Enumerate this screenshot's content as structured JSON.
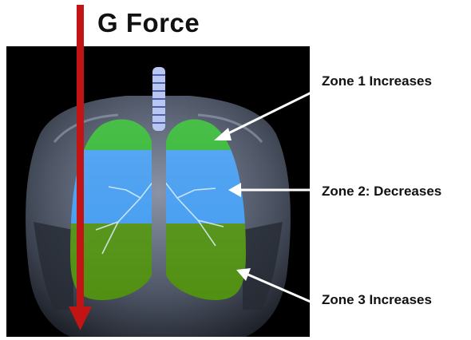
{
  "title": "G Force",
  "zones": [
    {
      "label": "Zone 1 Increases",
      "color": "#2db52d"
    },
    {
      "label": "Zone 2: Decreases",
      "color": "#3f9af0"
    },
    {
      "label": "Zone 3 Increases",
      "color": "#4f8f10"
    }
  ],
  "colors": {
    "arrow": "#c21414",
    "pointer": "#ffffff",
    "background": "#000000"
  },
  "icons": {
    "g_force_arrow": "down-arrow-icon"
  }
}
